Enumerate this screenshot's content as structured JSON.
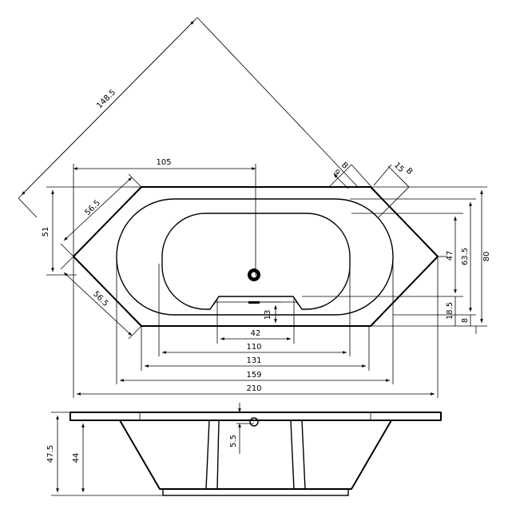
{
  "dimensions": {
    "diagonal": "148.5",
    "top_width": "105",
    "corner_9": "9",
    "corner_15": "15",
    "corner_marker_a": "B",
    "corner_marker_b": "B",
    "left_height": "51",
    "upper_side": "56.5",
    "lower_side": "56.5",
    "drain_depth": "13",
    "right_47": "47",
    "right_63_5": "63.5",
    "right_80": "80",
    "right_18_5": "18.5",
    "right_8": "8",
    "width_42": "42",
    "width_110": "110",
    "width_131": "131",
    "width_159": "159",
    "width_210": "210",
    "side_5_5": "5.5",
    "side_44": "44",
    "side_47_5": "47.5"
  }
}
